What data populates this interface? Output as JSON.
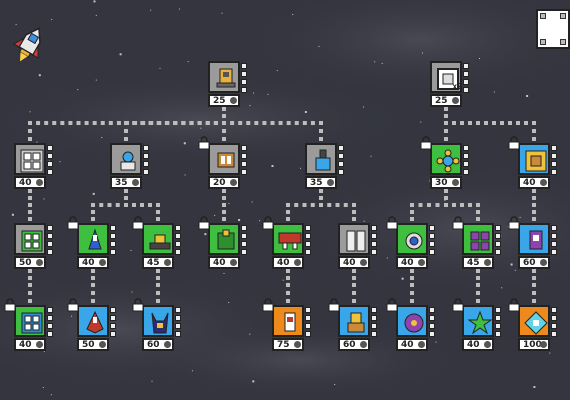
{
  "menu": {
    "icon": "menu-panel-icon"
  },
  "player": {
    "icon": "player-rocket-icon"
  },
  "nodes": [
    {
      "id": "n1",
      "cost": "25",
      "color": "gray",
      "icon": "rocket-engine-icon",
      "locked": false
    },
    {
      "id": "n2",
      "cost": "25",
      "color": "gray",
      "icon": "square-chip-icon",
      "locked": false,
      "multiplier": "x2"
    },
    {
      "id": "n3",
      "cost": "40",
      "color": "gray",
      "icon": "grid-panel-icon",
      "locked": false
    },
    {
      "id": "n4",
      "cost": "35",
      "color": "gray",
      "icon": "turret-ship-icon",
      "locked": false
    },
    {
      "id": "n5",
      "cost": "20",
      "color": "gray",
      "icon": "barrel-ship-icon",
      "locked": true
    },
    {
      "id": "n6",
      "cost": "35",
      "color": "gray",
      "icon": "cannon-ship-icon",
      "locked": false
    },
    {
      "id": "n7",
      "cost": "30",
      "color": "green",
      "icon": "quad-orb-icon",
      "locked": true
    },
    {
      "id": "n8",
      "cost": "40",
      "color": "blue",
      "icon": "gold-shield-icon",
      "locked": true
    },
    {
      "id": "n9",
      "cost": "50",
      "color": "gray",
      "icon": "green-grid-icon",
      "locked": false
    },
    {
      "id": "n10",
      "cost": "40",
      "color": "green",
      "icon": "blue-fighter-icon",
      "locked": true
    },
    {
      "id": "n11",
      "cost": "45",
      "color": "green",
      "icon": "yellow-turret-icon",
      "locked": true
    },
    {
      "id": "n12",
      "cost": "40",
      "color": "green",
      "icon": "green-tank-icon",
      "locked": true
    },
    {
      "id": "n13",
      "cost": "40",
      "color": "green",
      "icon": "red-crusher-icon",
      "locked": true
    },
    {
      "id": "n14",
      "cost": "40",
      "color": "gray",
      "icon": "double-door-icon",
      "locked": false
    },
    {
      "id": "n15",
      "cost": "40",
      "color": "green",
      "icon": "spinner-drone-icon",
      "locked": true
    },
    {
      "id": "n16",
      "cost": "45",
      "color": "green",
      "icon": "quad-pod-icon",
      "locked": true
    },
    {
      "id": "n17",
      "cost": "60",
      "color": "blue",
      "icon": "purple-cruiser-icon",
      "locked": true
    },
    {
      "id": "n18",
      "cost": "40",
      "color": "green",
      "icon": "blue-grid-icon",
      "locked": true
    },
    {
      "id": "n19",
      "cost": "50",
      "color": "blue",
      "icon": "red-jet-icon",
      "locked": true
    },
    {
      "id": "n20",
      "cost": "60",
      "color": "blue",
      "icon": "horned-beetle-icon",
      "locked": true
    },
    {
      "id": "n21",
      "cost": "75",
      "color": "orange",
      "icon": "orange-rocket-icon",
      "locked": true
    },
    {
      "id": "n22",
      "cost": "60",
      "color": "blue",
      "icon": "gold-tower-icon",
      "locked": true
    },
    {
      "id": "n23",
      "cost": "40",
      "color": "blue",
      "icon": "purple-orb-icon",
      "locked": true
    },
    {
      "id": "n24",
      "cost": "40",
      "color": "blue",
      "icon": "green-star-icon",
      "locked": true
    },
    {
      "id": "n25",
      "cost": "100",
      "color": "orange",
      "icon": "cyan-diamond-icon",
      "locked": true
    }
  ]
}
